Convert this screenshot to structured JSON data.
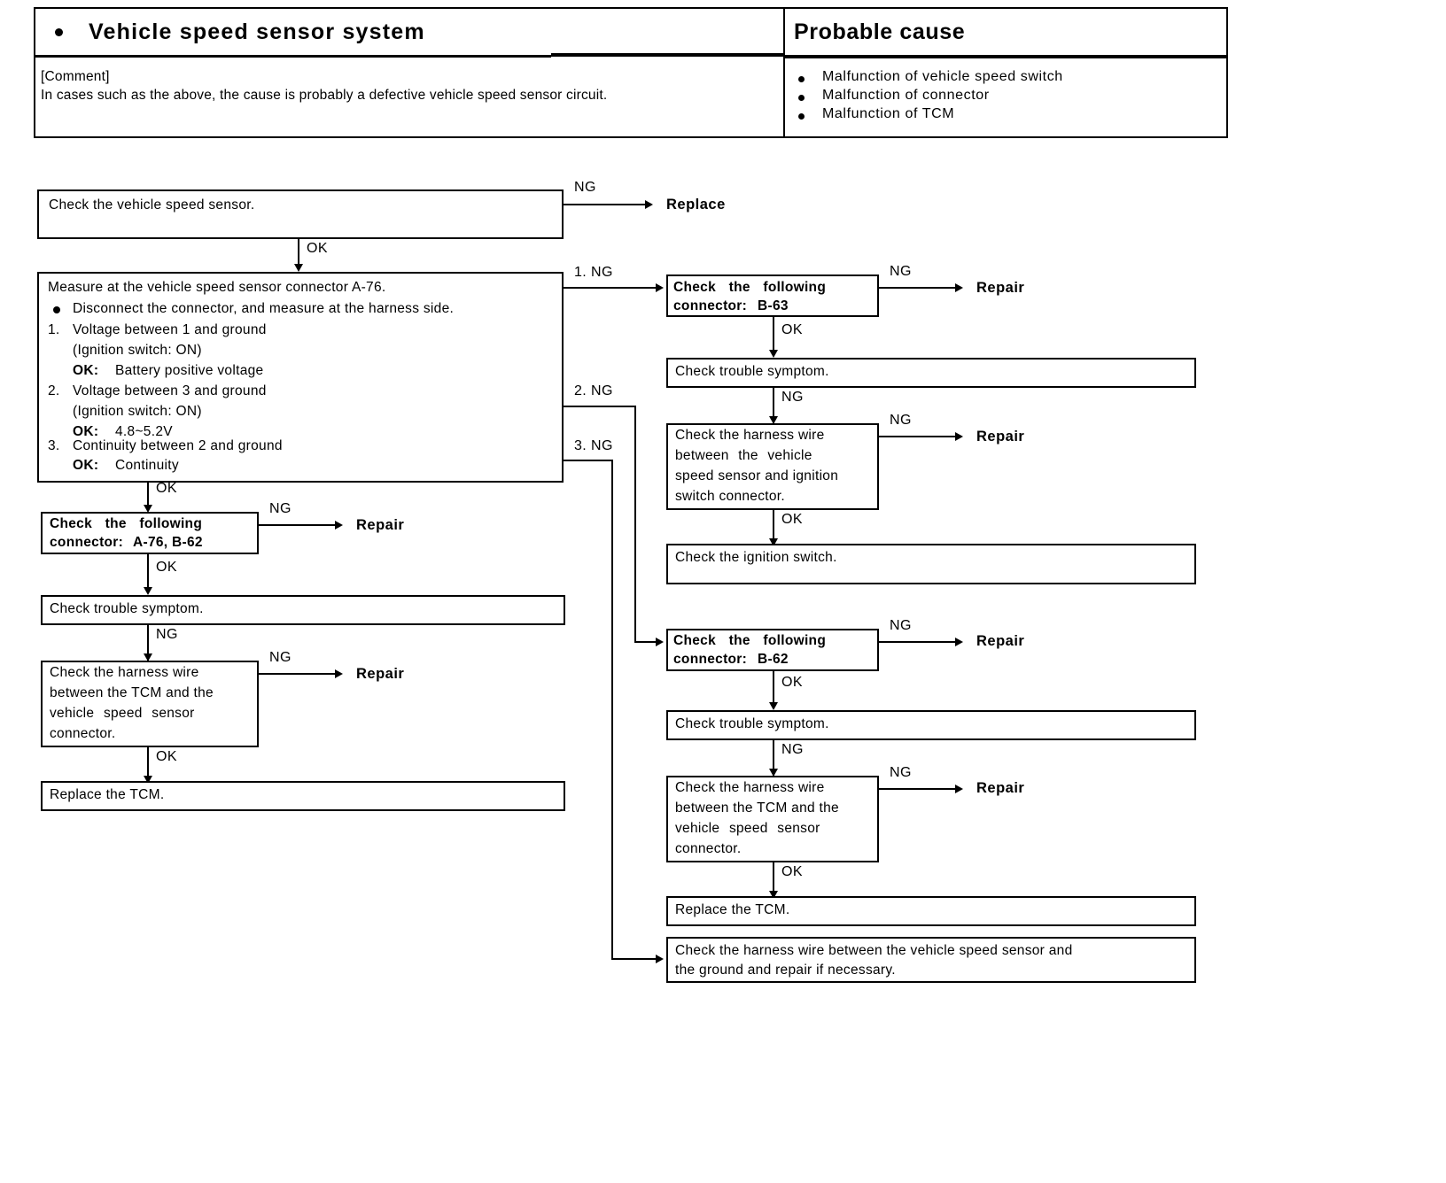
{
  "header": {
    "title": "Vehicle speed sensor system",
    "right_title": "Probable cause",
    "comment_label": "[Comment]",
    "comment_text": "In cases such as the above, the cause is probably a defective vehicle speed sensor circuit.",
    "causes": [
      "Malfunction of vehicle speed switch",
      "Malfunction of connector",
      "Malfunction of TCM"
    ]
  },
  "labels": {
    "ok": "OK",
    "ng": "NG",
    "ng1": "1. NG",
    "ng2": "2. NG",
    "ng3": "3. NG",
    "replace": "Replace",
    "repair": "Repair"
  },
  "flow": {
    "check_sensor": "Check the vehicle speed sensor.",
    "measure": {
      "line1": "Measure at the vehicle speed sensor connector A-76.",
      "bullet": "Disconnect the connector, and measure at the harness side.",
      "item1_num": "1.",
      "item1": "Voltage between 1 and ground",
      "item1_cond": "(Ignition switch: ON)",
      "item1_ok_label": "OK:",
      "item1_ok": "Battery positive voltage",
      "item2_num": "2.",
      "item2": "Voltage between 3 and ground",
      "item2_cond": "(Ignition switch: ON)",
      "item2_ok_label": "OK:",
      "item2_ok": "4.8~5.2V",
      "item3_num": "3.",
      "item3": "Continuity between 2 and ground",
      "item3_ok_label": "OK:",
      "item3_ok": "Continuity"
    },
    "left": {
      "conn_label": "Check    the    following",
      "conn_value_label": "connector:",
      "conn_value": "A-76, B-62",
      "trouble": "Check trouble symptom.",
      "harness_l1": "Check the harness wire",
      "harness_l2": "between the TCM and the",
      "harness_l3": "vehicle    speed    sensor",
      "harness_l4": "connector.",
      "replace_tcm": "Replace the TCM."
    },
    "right_top": {
      "conn_label": "Check    the    following",
      "conn_value_label": "connector:",
      "conn_value": "B-63",
      "trouble": "Check trouble symptom.",
      "harness_l1": "Check the harness wire",
      "harness_l2": "between    the    vehicle",
      "harness_l3": "speed sensor and ignition",
      "harness_l4": "switch connector.",
      "ignition": "Check the ignition switch."
    },
    "right_bottom": {
      "conn_label": "Check    the    following",
      "conn_value_label": "connector:",
      "conn_value": "B-62",
      "trouble": "Check trouble symptom.",
      "harness_l1": "Check the harness wire",
      "harness_l2": "between the TCM and the",
      "harness_l3": "vehicle    speed    sensor",
      "harness_l4": "connector.",
      "replace_tcm": "Replace the TCM."
    },
    "ground_box": {
      "line1": "Check the harness wire between the vehicle speed sensor and",
      "line2": "the ground and repair if necessary."
    }
  }
}
